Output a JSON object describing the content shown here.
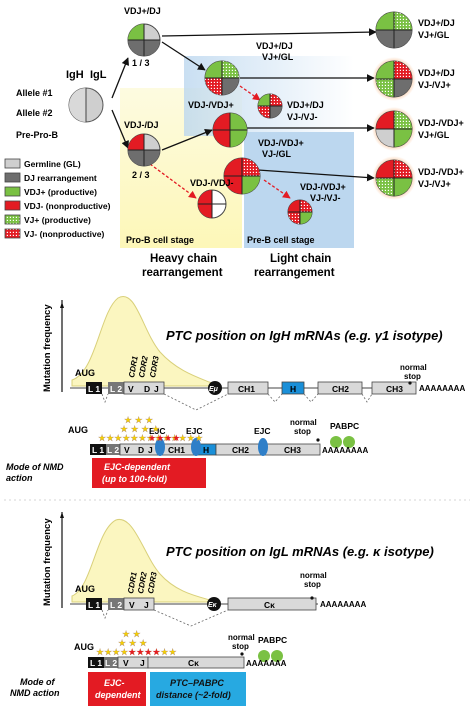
{
  "colors": {
    "germline": "#cfcfcf",
    "dj": "#6e6e6e",
    "vdj_prod": "#7ac143",
    "vdj_nonprod": "#e31b23",
    "vj_prod": "#7ac143",
    "vj_nonprod": "#e31b23",
    "proB_stage": "#fdf9c8",
    "preB_stage": "#cfe3f4",
    "mutation_curve": "#fbf6c0",
    "h_exon": "#1a8fd8",
    "ejc": "#2f7fc8",
    "pabpc": "#7ac143",
    "red_box": "#e31b23",
    "blue_box": "#27a9e1",
    "halo": "#f6a86a"
  },
  "top": {
    "ig_h": "IgH",
    "ig_l": "IgL",
    "allele1": "Allele #1",
    "allele2": "Allele #2",
    "pre_pro_b": "Pre-Pro-B",
    "vdj_dj": "VDJ+/DJ",
    "frac_1_3": "1 / 3",
    "vdj_minus_dj": "VDJ-/DJ",
    "frac_2_3": "2 / 3",
    "vdj_minus_plus": "VDJ-/VDJ+",
    "vdj_minus_minus": "VDJ-/VDJ-",
    "vdj_gl_1": "VDJ+/DJ",
    "vdj_gl_2": "VJ+/GL",
    "vdj_vjm_1": "VDJ+/DJ",
    "vdj_vjm_2": "VJ-/VJ-",
    "vdjm_gl_1": "VDJ-/VDJ+",
    "vdjm_gl_2": "VJ-/GL",
    "vdjm_vjm_1": "VDJ-/VDJ+",
    "vdjm_vjm_2": "VJ-/VJ-",
    "out1_1": "VDJ+/DJ",
    "out1_2": "VJ+/GL",
    "out2_1": "VDJ+/DJ",
    "out2_2": "VJ-/VJ+",
    "out3_1": "VDJ-/VDJ+",
    "out3_2": "VJ+/GL",
    "out4_1": "VDJ-/VDJ+",
    "out4_2": "VJ-/VJ+",
    "pro_b_stage": "Pro-B cell stage",
    "pre_b_stage": "Pre-B cell stage",
    "heavy_1": "Heavy chain",
    "heavy_2": "rearrangement",
    "light_1": "Light chain",
    "light_2": "rearrangement"
  },
  "legend": [
    {
      "label": "Germline (GL)",
      "color": "#cfcfcf"
    },
    {
      "label": "DJ rearrangement",
      "color": "#6e6e6e"
    },
    {
      "label": "VDJ+ (productive)",
      "color": "#7ac143"
    },
    {
      "label": "VDJ- (nonproductive)",
      "color": "#e31b23"
    },
    {
      "label": "VJ+ (productive)",
      "color": "#7ac143"
    },
    {
      "label": "VJ- (nonproductive)",
      "color": "#e31b23"
    }
  ],
  "igh": {
    "title_a": "PTC position on IgH mRNAs (e.g. ",
    "title_b": "γ1",
    "title_c": " isotype)",
    "ylabel": "Mutation frequency",
    "aug": "AUG",
    "l1": "L 1",
    "l2": "L 2",
    "v": "V",
    "d": "D",
    "j": "J",
    "cdr1": "CDR1",
    "cdr2": "CDR2",
    "cdr3": "CDR3",
    "emu": "Eμ",
    "ch1": "CH1",
    "h": "H",
    "ch2": "CH2",
    "ch3": "CH3",
    "normal_stop_1": "normal",
    "normal_stop_2": "stop",
    "polya": "AAAAAAAA",
    "ejc": "EJC",
    "pabpc": "PABPC",
    "polya2": "AAAAAAAA",
    "mode_1": "Mode of NMD",
    "mode_2": "action",
    "box_1": "EJC-dependent",
    "box_2": "(up to 100-fold)"
  },
  "igl": {
    "title_a": "PTC position on IgL mRNAs (e.g. ",
    "title_b": "κ",
    "title_c": " isotype)",
    "ylabel": "Mutation frequency",
    "aug": "AUG",
    "l1": "L 1",
    "l2": "L 2",
    "v": "V",
    "j": "J",
    "cdr1": "CDR1",
    "cdr2": "CDR2",
    "cdr3": "CDR3",
    "ek": "Eκ",
    "ck": "Cκ",
    "normal_stop_1": "normal",
    "normal_stop_2": "stop",
    "polya": "AAAAAAAA",
    "pabpc": "PABPC",
    "polya2": "AAAAAAA",
    "mode_1": "Mode of",
    "mode_2": "NMD action",
    "box_red_1": "EJC-",
    "box_red_2": "dependent",
    "box_blue_1": "PTC–PABPC",
    "box_blue_2": "distance (~2-fold)"
  }
}
